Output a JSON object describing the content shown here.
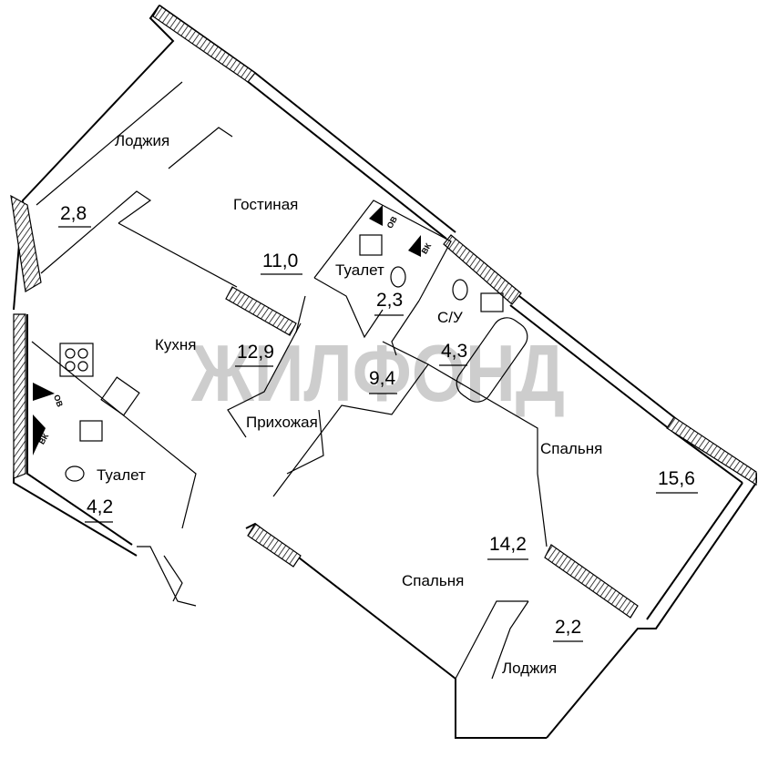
{
  "watermark": "ЖИЛФОНД",
  "rooms": [
    {
      "name": "Лоджия",
      "area": "2,8"
    },
    {
      "name": "Гостиная",
      "area": "11,0"
    },
    {
      "name": "Туалет",
      "area": "2,3"
    },
    {
      "name": "С/У",
      "area": "4,3"
    },
    {
      "name": "Кухня",
      "area": "12,9"
    },
    {
      "name": "Прихожая",
      "area": "9,4"
    },
    {
      "name": "Туалет",
      "area": "4,2"
    },
    {
      "name": "Спальня",
      "area": "15,6"
    },
    {
      "name": "Спальня",
      "area": "14,2"
    },
    {
      "name": "Лоджия",
      "area": "2,2"
    }
  ],
  "shafts": {
    "ov": "ОВ",
    "vk": "ВК"
  }
}
